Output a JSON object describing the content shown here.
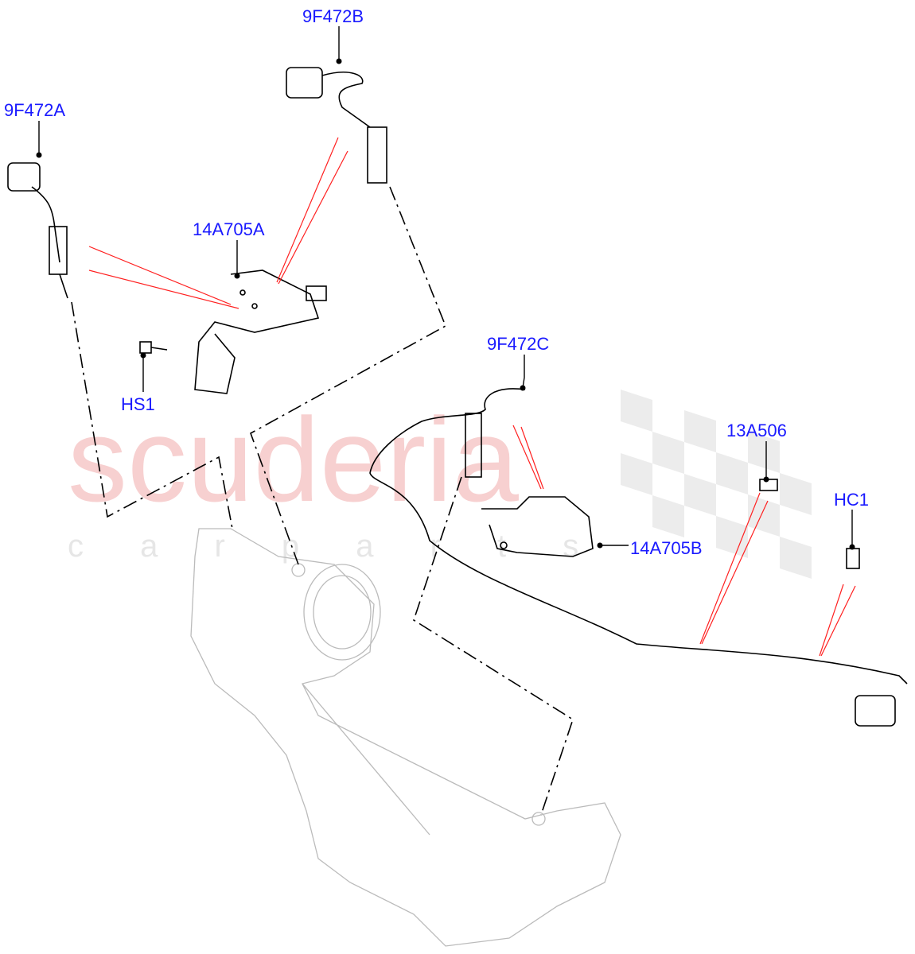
{
  "watermark": {
    "brand": "scuderia",
    "sub": "c a r p a r t s"
  },
  "labels": {
    "sensor_b": "9F472B",
    "sensor_a": "9F472A",
    "bracket_a": "14A705A",
    "bolt": "HS1",
    "sensor_c": "9F472C",
    "sensor_13": "13A506",
    "clip": "HC1",
    "bracket_b": "14A705B"
  },
  "colors": {
    "label": "#1a1aff",
    "leader": "#ff2020",
    "watermark": "#f7d0d0"
  }
}
